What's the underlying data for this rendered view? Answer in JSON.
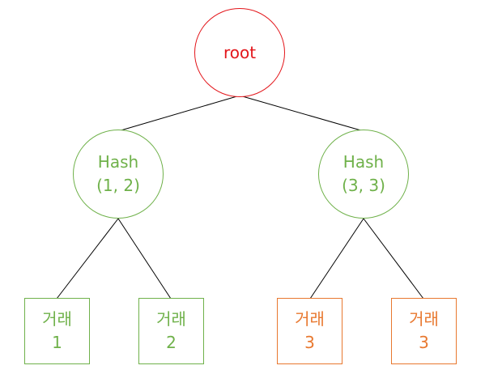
{
  "colors": {
    "root": "#e3161b",
    "hash": "#6fb14a",
    "transaction_green": "#6fb14a",
    "transaction_orange": "#e8782f",
    "edge": "#000000"
  },
  "tree": {
    "root": {
      "label": "root"
    },
    "hashes": [
      {
        "line1": "Hash",
        "line2": "(1, 2)"
      },
      {
        "line1": "Hash",
        "line2": "(3, 3)"
      }
    ],
    "transactions": [
      {
        "line1": "거래",
        "line2": "1"
      },
      {
        "line1": "거래",
        "line2": "2"
      },
      {
        "line1": "거래",
        "line2": "3"
      },
      {
        "line1": "거래",
        "line2": "3"
      }
    ]
  }
}
